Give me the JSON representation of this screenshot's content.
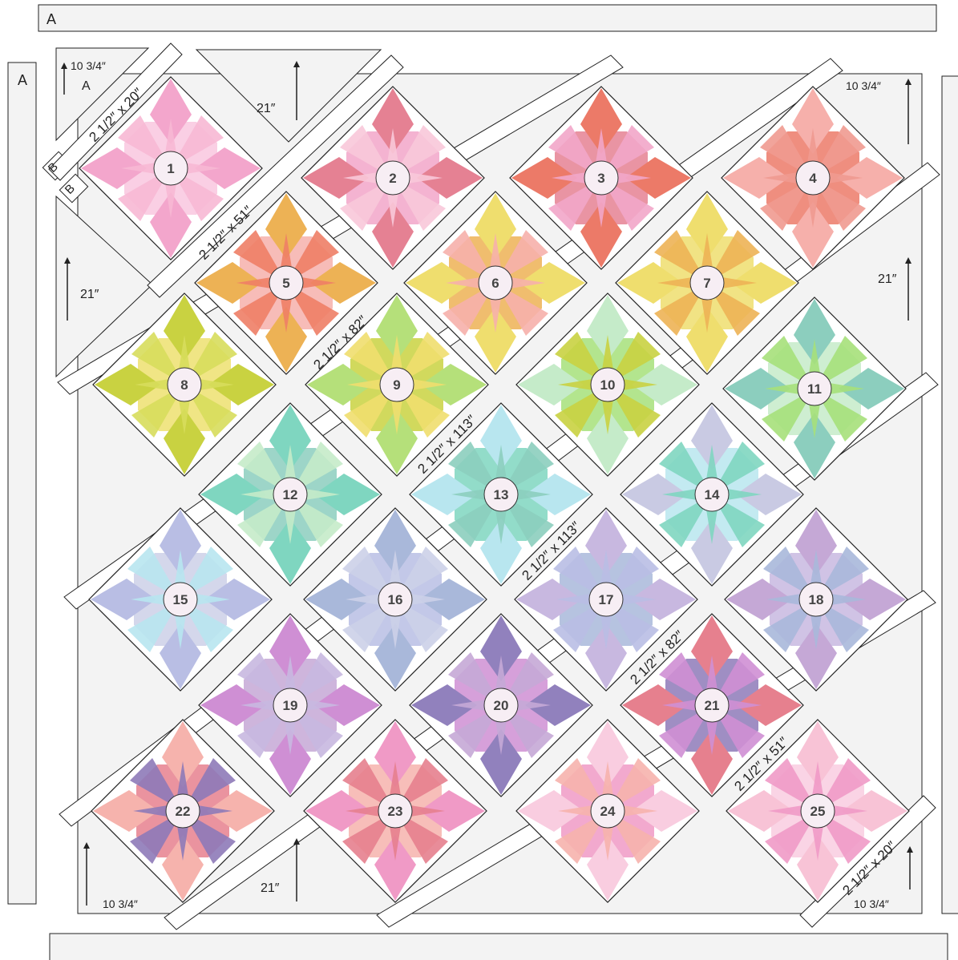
{
  "border_labels": {
    "top": "A",
    "left": "A"
  },
  "corner_a_label": "A",
  "b_label": "B",
  "setting_triangle_labels": {
    "top_left_small": "10 3/4″",
    "top_left_large": "21″",
    "left_large": "21″",
    "top_right_small": "10 3/4″",
    "right_large": "21″",
    "bottom_left_small": "10 3/4″",
    "bottom_large": "21″",
    "bottom_right_small": "10 3/4″"
  },
  "strip_labels": {
    "s20_top": "2 1/2″ x 20″",
    "s51_top": "2 1/2″ x 51″",
    "s82_top": "2 1/2″ x 82″",
    "s113_a": "2 1/2″ x 113″",
    "s113_b": "2 1/2″ x 113″",
    "s82_bot": "2 1/2″ x 82″",
    "s51_bot": "2 1/2″ x 51″",
    "s20_bot": "2 1/2″ x 20″"
  },
  "blocks": [
    {
      "label": "1",
      "petal": "#f3a6cc",
      "center": "#f9c7df",
      "accent": "#f7b8d4"
    },
    {
      "label": "2",
      "petal": "#e58193",
      "center": "#f2a6c9",
      "accent": "#f8c8d9"
    },
    {
      "label": "3",
      "petal": "#ec7a68",
      "center": "#e58193",
      "accent": "#f2a6c9"
    },
    {
      "label": "4",
      "petal": "#f6b0ab",
      "center": "#ec7a68",
      "accent": "#ef9a90"
    },
    {
      "label": "5",
      "petal": "#edb255",
      "center": "#f6b0ab",
      "accent": "#ee7e66"
    },
    {
      "label": "6",
      "petal": "#efde6e",
      "center": "#edb255",
      "accent": "#f6b0ab"
    },
    {
      "label": "7",
      "petal": "#efde6e",
      "center": "#efde6e",
      "accent": "#edb255"
    },
    {
      "label": "8",
      "petal": "#c9d241",
      "center": "#ede070",
      "accent": "#d7dd5c"
    },
    {
      "label": "9",
      "petal": "#b5e07a",
      "center": "#c9d241",
      "accent": "#efde6e"
    },
    {
      "label": "10",
      "petal": "#c5ebc9",
      "center": "#a6e07a",
      "accent": "#c9d241"
    },
    {
      "label": "11",
      "petal": "#8ccebe",
      "center": "#c5ebc9",
      "accent": "#a6e07a"
    },
    {
      "label": "12",
      "petal": "#7fd6c0",
      "center": "#8ccebe",
      "accent": "#c5ebc9"
    },
    {
      "label": "13",
      "petal": "#b8e6ef",
      "center": "#7fd6c0",
      "accent": "#8ccebe"
    },
    {
      "label": "14",
      "petal": "#c9cae3",
      "center": "#b8e6ef",
      "accent": "#7fd6c0"
    },
    {
      "label": "15",
      "petal": "#b9bee4",
      "center": "#ccd0e8",
      "accent": "#b8e6ef"
    },
    {
      "label": "16",
      "petal": "#a9b8da",
      "center": "#b9bee4",
      "accent": "#ccd0e8"
    },
    {
      "label": "17",
      "petal": "#c8b8e0",
      "center": "#a9b8da",
      "accent": "#b9bee4"
    },
    {
      "label": "18",
      "petal": "#c5a8d6",
      "center": "#c8b8e0",
      "accent": "#a9b8da"
    },
    {
      "label": "19",
      "petal": "#cf8fd4",
      "center": "#c5a8d6",
      "accent": "#c8b8e0"
    },
    {
      "label": "20",
      "petal": "#9181bd",
      "center": "#cf8fd4",
      "accent": "#c5a8d6"
    },
    {
      "label": "21",
      "petal": "#e6808e",
      "center": "#8e7ab8",
      "accent": "#cf8fd4"
    },
    {
      "label": "22",
      "petal": "#f6b3ad",
      "center": "#e6808e",
      "accent": "#8e7ab8"
    },
    {
      "label": "23",
      "petal": "#f09ac6",
      "center": "#f6b3ad",
      "accent": "#e6808e"
    },
    {
      "label": "24",
      "petal": "#f9cde0",
      "center": "#f09ac6",
      "accent": "#f6b3ad"
    },
    {
      "label": "25",
      "petal": "#f8c3d6",
      "center": "#f9cde0",
      "accent": "#f09ac6"
    }
  ]
}
